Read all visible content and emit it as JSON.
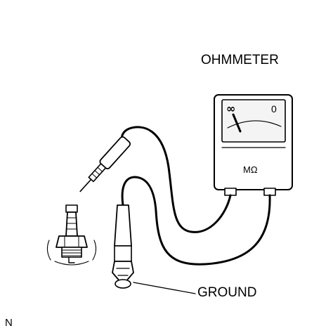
{
  "labels": {
    "meter_title": "OHMMETER",
    "ground": "GROUND",
    "corner_code": "N"
  },
  "meter": {
    "infinity_mark": "∞",
    "zero_mark": "0",
    "unit": "MΩ"
  },
  "colors": {
    "ink": "#000000",
    "background": "#ffffff",
    "meter_face": "#f4f4f4",
    "meter_body": "#ffffff"
  }
}
